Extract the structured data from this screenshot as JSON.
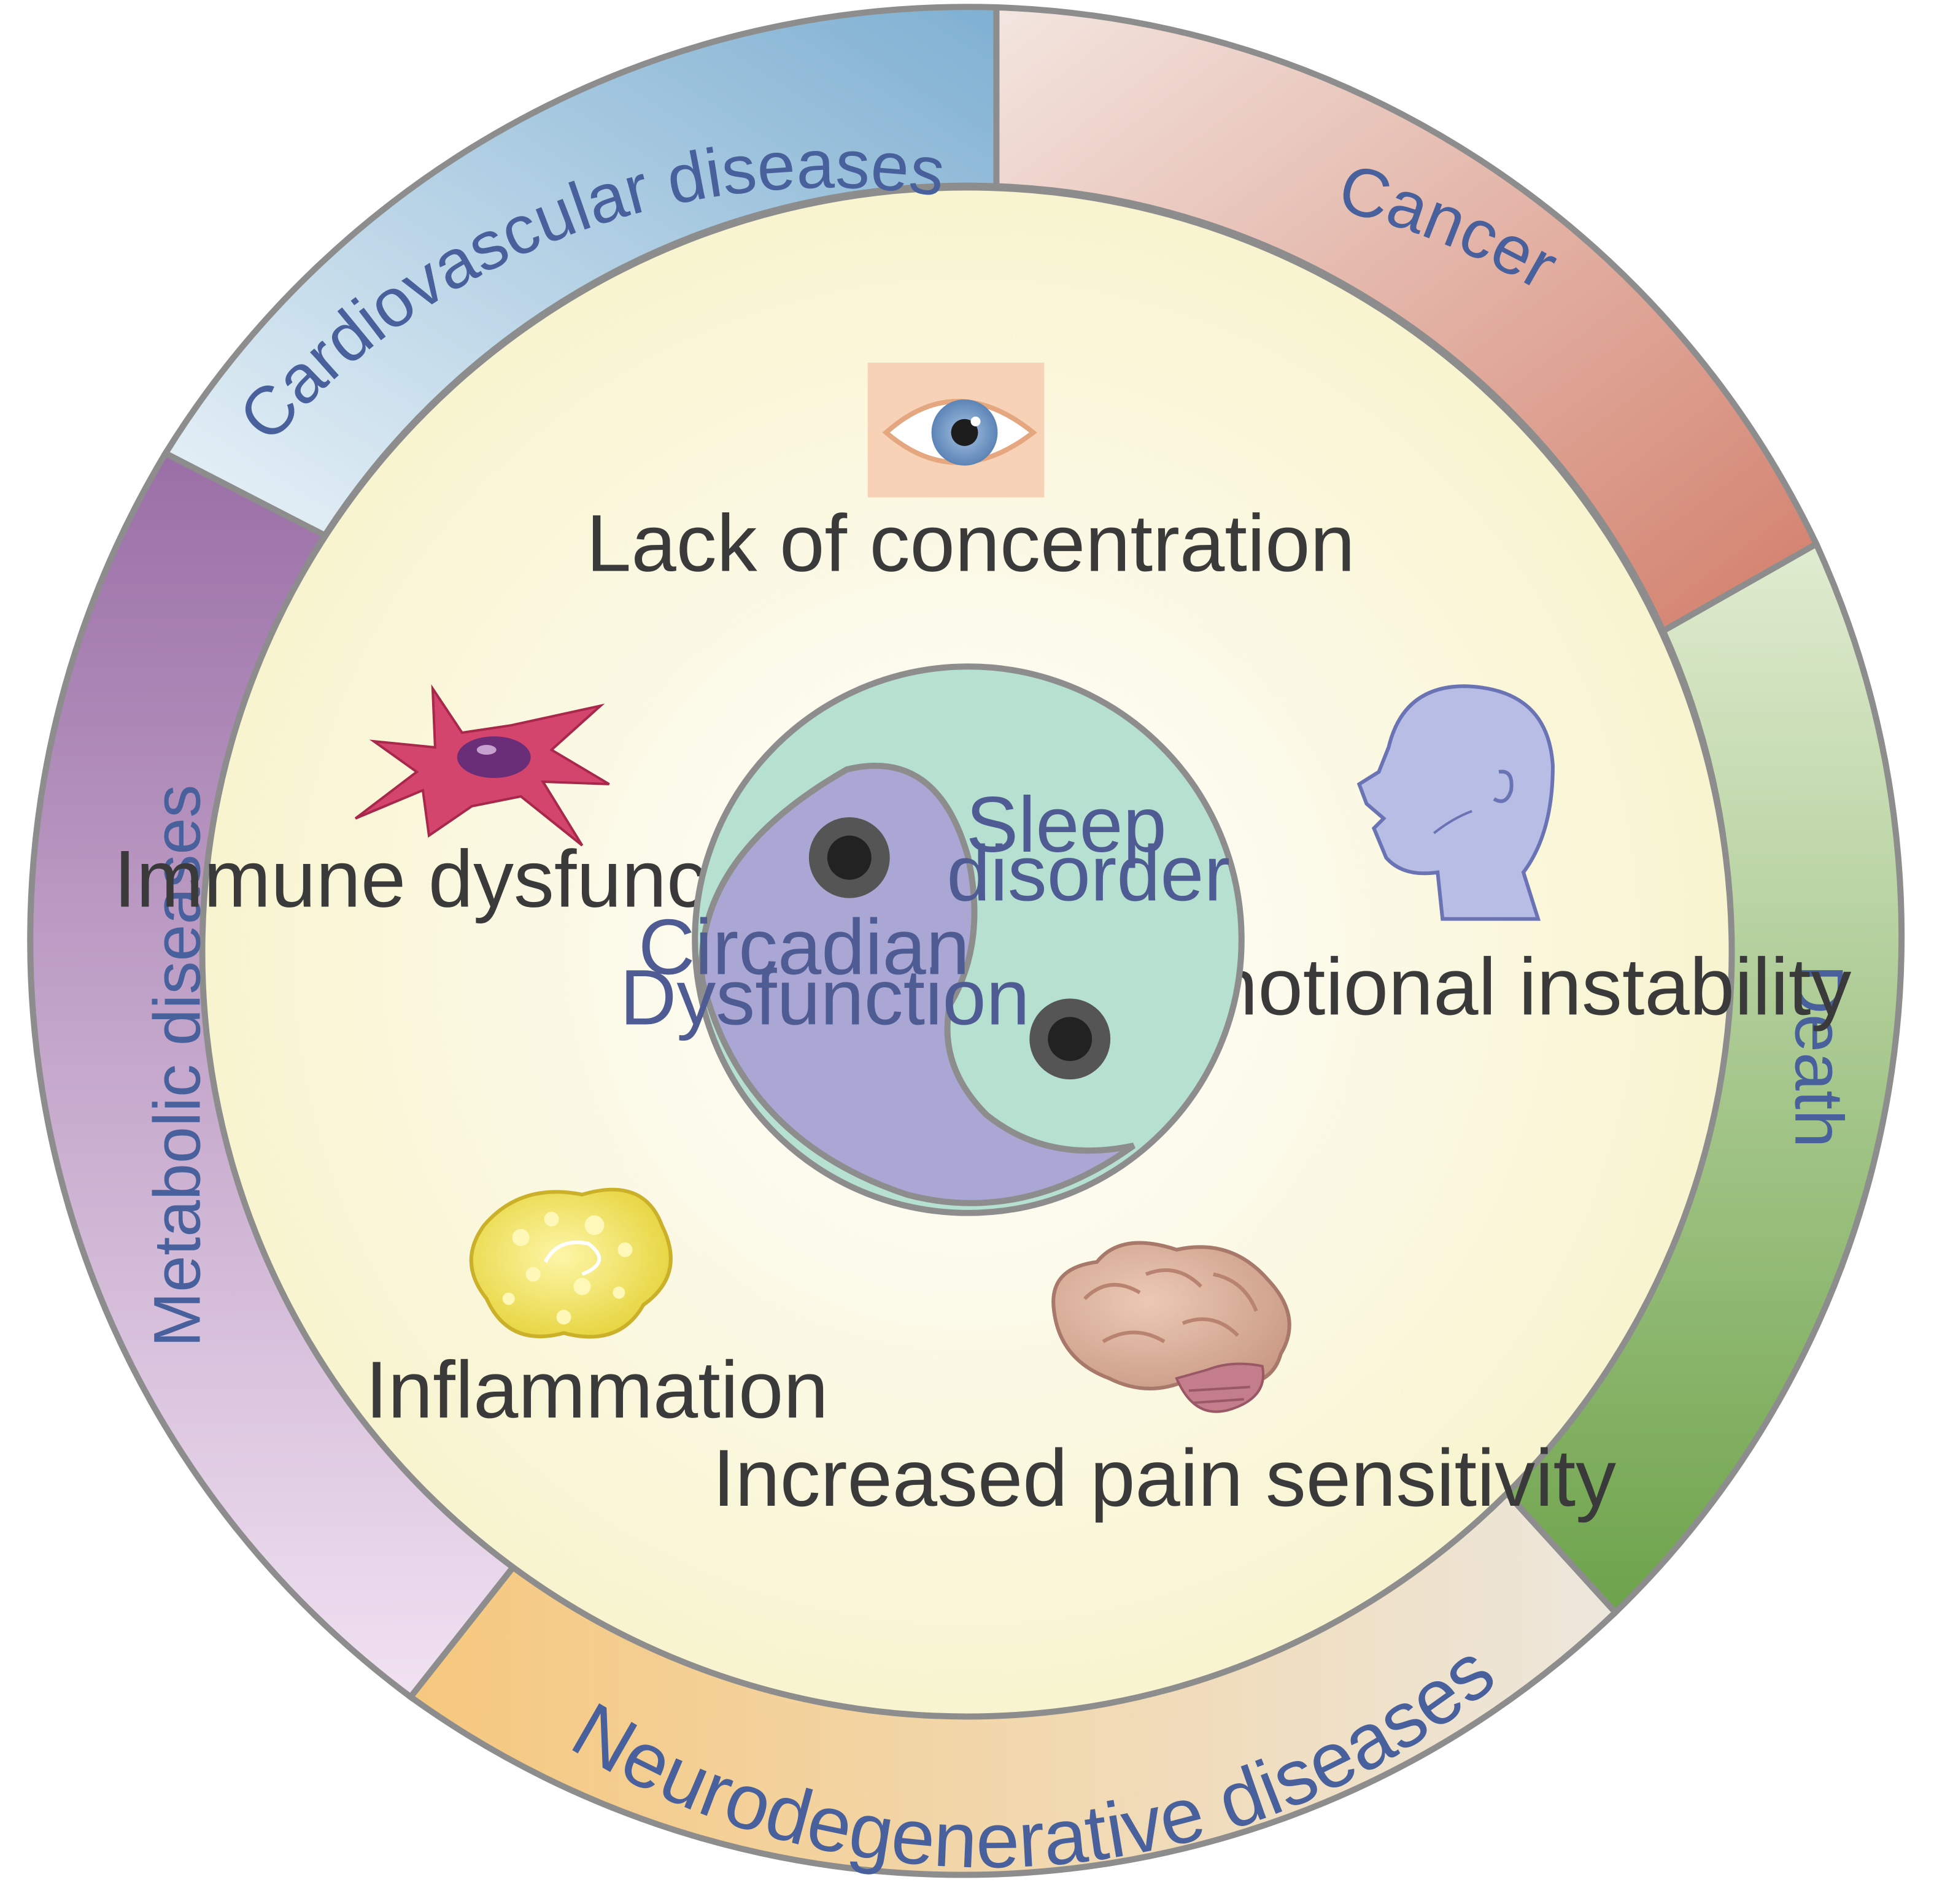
{
  "outer_ring": {
    "cardiovascular": "Cardiovascular diseases",
    "cancer": "Cancer",
    "death": "Death",
    "neurodegenerative": "Neurodegenerative diseases",
    "metabolic": "Metabolic diseases"
  },
  "symptoms": {
    "concentration": "Lack of concentration",
    "immune": "Immune dysfunction",
    "emotional": "Emotional instability",
    "inflammation": "Inflammation",
    "pain": "Increased pain sensitivity"
  },
  "center": {
    "circadian_line1": "Circadian",
    "circadian_line2": "Dysfunction",
    "sleep_line1": "Sleep",
    "sleep_line2": "disorder"
  },
  "icons": {
    "eye": "eye-icon",
    "cell": "immune-cell-icon",
    "head": "human-head-icon",
    "fat": "inflammation-cell-icon",
    "brain": "brain-icon"
  },
  "colors": {
    "cardiovascular": "#8fbad6",
    "cancer": "#d99a8a",
    "death": "#7aab55",
    "neurodegenerative": "#f2c98a",
    "metabolic": "#b48ab8",
    "inner_fill": "#f8f6d8",
    "circadian": "#aba7d4",
    "sleep": "#b6e0d0",
    "label_blue": "#48609c"
  }
}
